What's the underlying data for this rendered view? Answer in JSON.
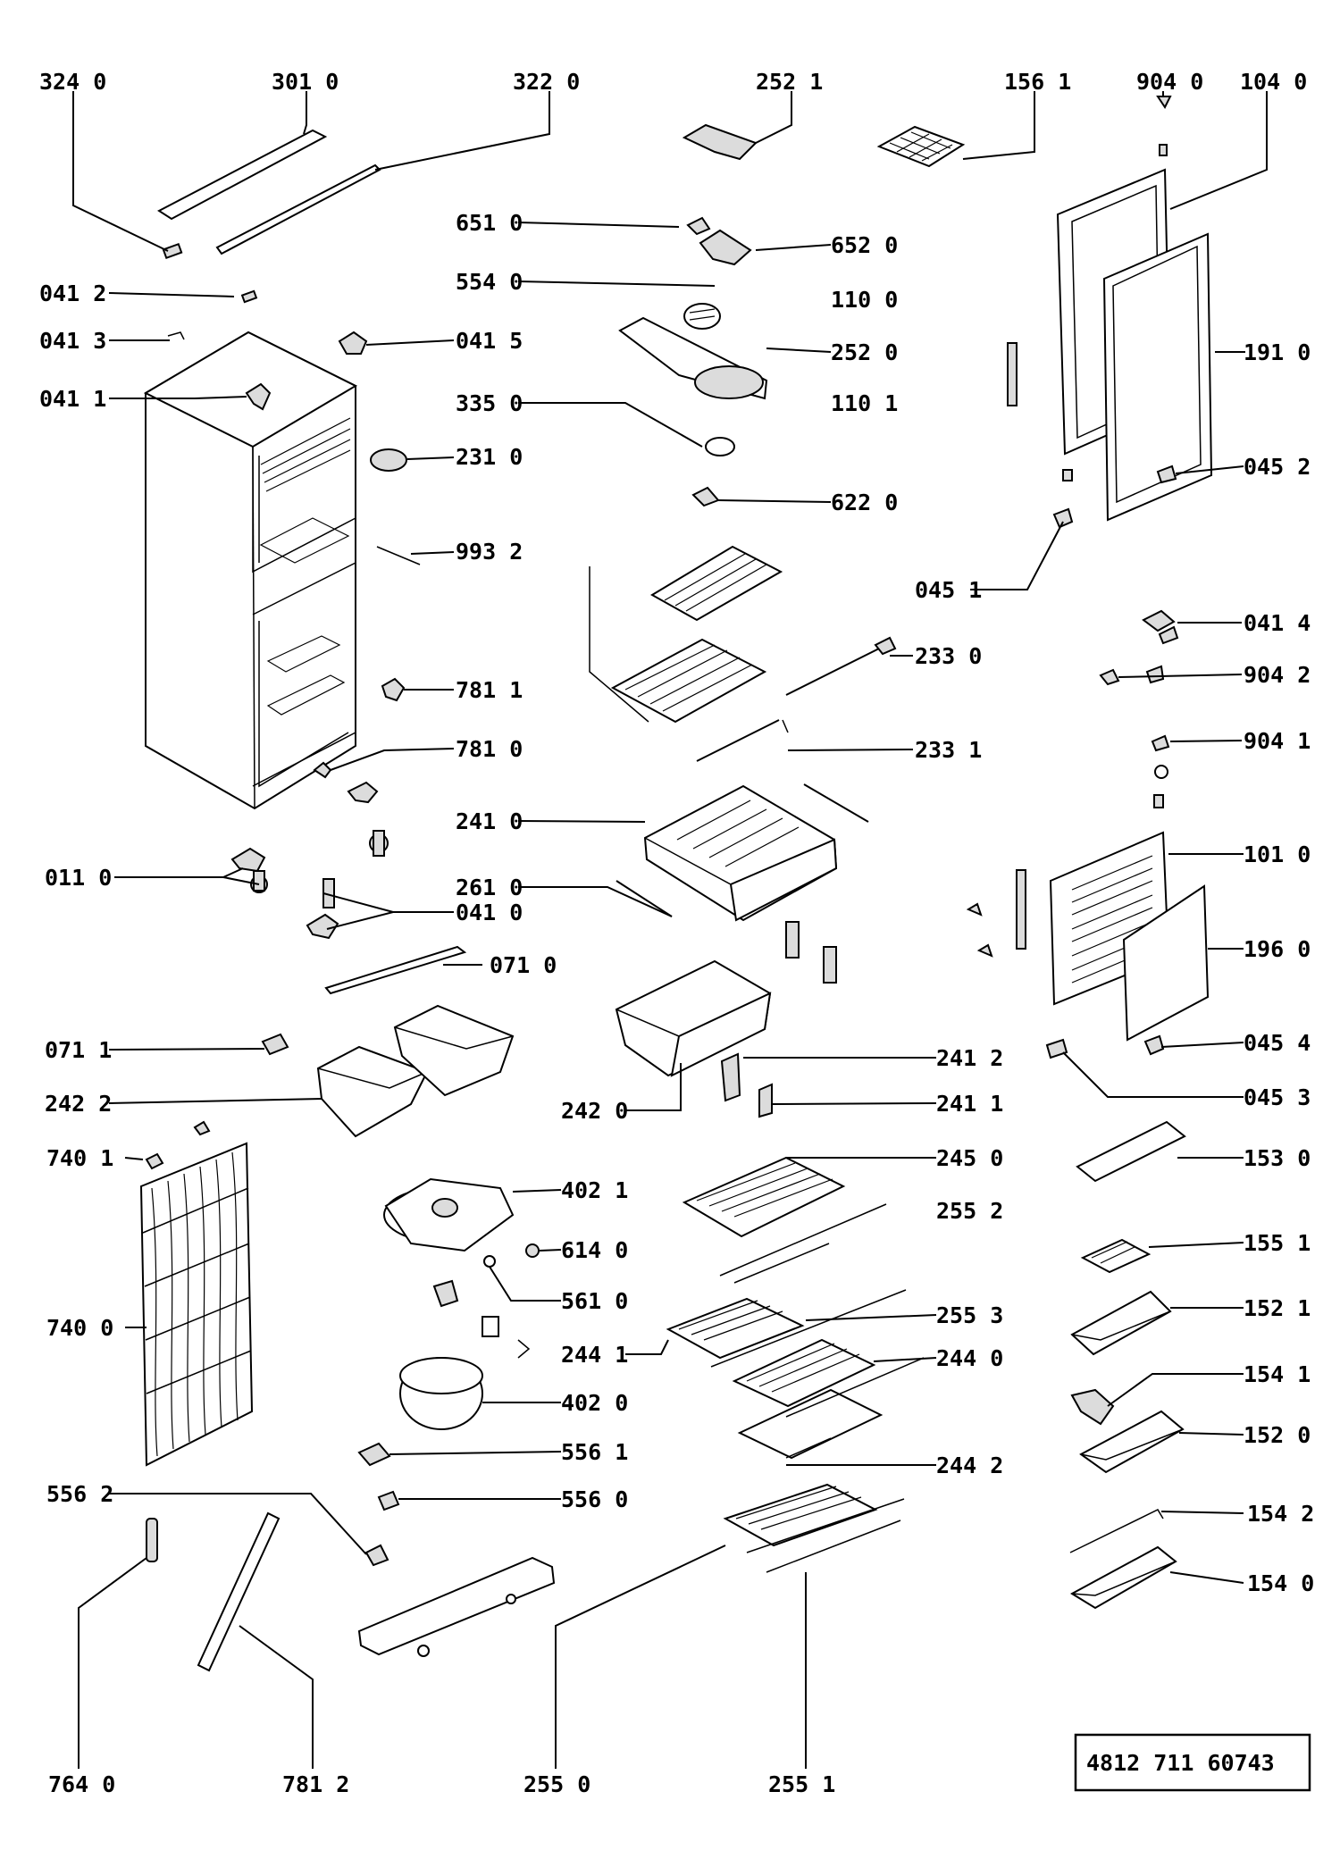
{
  "labels": {
    "p3240": "324 0",
    "p3010": "301 0",
    "p3220": "322 0",
    "p2521": "252 1",
    "p1561": "156 1",
    "p9040": "904 0",
    "p1040": "104 0",
    "p6510": "651 0",
    "p6520": "652 0",
    "p5540": "554 0",
    "p0412": "041 2",
    "p0413": "041 3",
    "p0415": "041 5",
    "p1100": "110 0",
    "p2520": "252 0",
    "p1910": "191 0",
    "p0411": "041 1",
    "p3350": "335 0",
    "p1101": "110 1",
    "p2310": "231 0",
    "p0452": "045 2",
    "p6220": "622 0",
    "p9932": "993 2",
    "p0451": "045 1",
    "p0414": "041 4",
    "p2330": "233 0",
    "p9042": "904 2",
    "p7811": "781 1",
    "p7810": "781 0",
    "p2331": "233 1",
    "p9041": "904 1",
    "p2410": "241 0",
    "p1010": "101 0",
    "p0110": "011 0",
    "p2610": "261 0",
    "p0410": "041 0",
    "p0710": "071 0",
    "p1960": "196 0",
    "p0711": "071 1",
    "p2412": "241 2",
    "p0454": "045 4",
    "p2422": "242 2",
    "p2420": "242 0",
    "p2411": "241 1",
    "p0453": "045 3",
    "p7401": "740 1",
    "p2450": "245 0",
    "p1530": "153 0",
    "p4021": "402 1",
    "p2552": "255 2",
    "p6140": "614 0",
    "p1551": "155 1",
    "p5610": "561 0",
    "p7400": "740 0",
    "p2553": "255 3",
    "p1521": "152 1",
    "p2441": "244 1",
    "p2440": "244 0",
    "p1541": "154 1",
    "p4020": "402 0",
    "p1520": "152 0",
    "p5561": "556 1",
    "p2442": "244 2",
    "p5562": "556 2",
    "p5560": "556 0",
    "p1542": "154 2",
    "p1540": "154 0",
    "p7640": "764 0",
    "p7812": "781 2",
    "p2550": "255 0",
    "p2551": "255 1"
  },
  "doc_number": "4812 711 60743"
}
